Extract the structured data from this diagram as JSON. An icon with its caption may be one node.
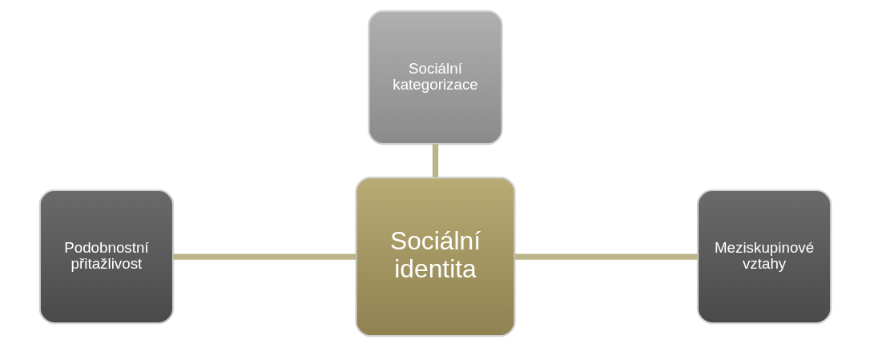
{
  "diagram": {
    "nodes": [
      {
        "text": [
          "Sociální kategorizace"
        ]
      },
      {
        "text": [
          "Sociální identita"
        ]
      },
      {
        "text": [
          "Podobnostní přitažlivost"
        ]
      },
      {
        "text": [
          "Meziskupinové vztahy"
        ]
      }
    ],
    "edges": [
      {
        "from": 0,
        "to": 1,
        "arrow": "none"
      },
      {
        "from": 2,
        "to": 1,
        "arrow": "none"
      },
      {
        "from": 1,
        "to": 3,
        "arrow": "none"
      }
    ]
  }
}
